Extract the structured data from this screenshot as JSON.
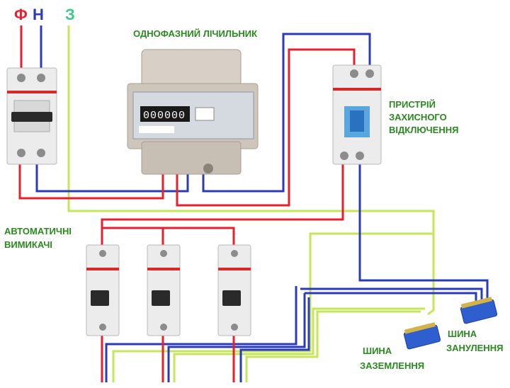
{
  "header": {
    "phase": "Ф",
    "neutral": "Н",
    "earth": "З"
  },
  "labels": {
    "meter": "ОДНОФАЗНИЙ  ЛІЧИЛЬНИК",
    "rcd": [
      "ПРИСТРІЙ",
      "ЗАХИСНОГО",
      "ВІДКЛЮЧЕННЯ"
    ],
    "breakers": [
      "АВТОМАТИЧНІ",
      "ВИМИКАЧІ"
    ],
    "earth_bus": [
      "ШИНА",
      "ЗАЗЕМЛЕННЯ"
    ],
    "neutral_bus": [
      "ШИНА",
      "ЗАНУЛЕННЯ"
    ]
  },
  "meter_display": "000000",
  "colors": {
    "phase_wire": "#e2222e",
    "neutral_wire": "#2b3bb8",
    "earth_wire": "#c6e65a",
    "label_green": "#2a8a1f",
    "phase_text": "#e2222e",
    "neutral_text": "#2b3bb8",
    "earth_text": "#3cc98c",
    "device_body": "#ececec",
    "meter_body": "#cfc6bb",
    "bus_blue": "#2f5fcf"
  }
}
